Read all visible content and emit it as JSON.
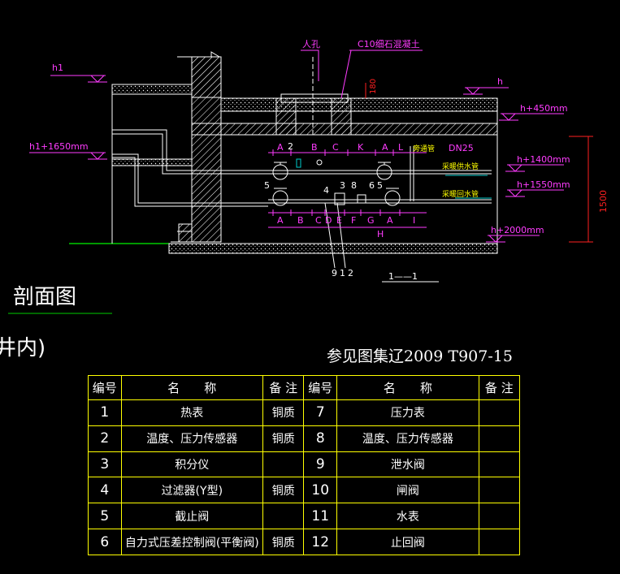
{
  "section_title": "、剖面图",
  "section_subtitle": "井内)",
  "reference_note": "参见图集辽2009 T907-15",
  "drawing": {
    "elevations": {
      "h1": "h1",
      "h1_1650": "h1+1650mm",
      "h": "h",
      "h_450": "h+450mm",
      "h_1400": "h+1400mm",
      "h_1550": "h+1550mm",
      "h_2000": "h+2000mm"
    },
    "manhole_label": "人孔",
    "concrete_label": "C10细石混凝土",
    "dim_180": "180",
    "dim_1500": "1500",
    "pipe_dn": "DN25",
    "bypass_label": "旁通管",
    "supply_pipe_label": "采暖供水管",
    "return_pipe_label": "采暖回水管",
    "section_mark": "1——1",
    "top_dim_letters": [
      "A",
      "B",
      "C",
      "K",
      "A",
      "L"
    ],
    "bottom_dim_letters": [
      "A",
      "B",
      "C",
      "D",
      "E",
      "F",
      "G",
      "A",
      "I"
    ],
    "bottom_dim_total": "H",
    "item_numbers": [
      "2",
      "4",
      "3",
      "8",
      "6",
      "5",
      "5",
      "9",
      "1",
      "2"
    ]
  },
  "legend": {
    "headers": {
      "num": "编号",
      "name": "名　　称",
      "note": "备 注"
    },
    "rows": [
      {
        "n1": "1",
        "name1": "热表",
        "note1": "铜质",
        "n2": "7",
        "name2": "压力表",
        "note2": ""
      },
      {
        "n1": "2",
        "name1": "温度、压力传感器",
        "note1": "铜质",
        "n2": "8",
        "name2": "温度、压力传感器",
        "note2": ""
      },
      {
        "n1": "3",
        "name1": "积分仪",
        "note1": "",
        "n2": "9",
        "name2": "泄水阀",
        "note2": ""
      },
      {
        "n1": "4",
        "name1": "过滤器(Y型)",
        "note1": "铜质",
        "n2": "10",
        "name2": "闸阀",
        "note2": ""
      },
      {
        "n1": "5",
        "name1": "截止阀",
        "note1": "",
        "n2": "11",
        "name2": "水表",
        "note2": ""
      },
      {
        "n1": "6",
        "name1": "自力式压差控制阀(平衡阀)",
        "note1": "铜质",
        "n2": "12",
        "name2": "止回阀",
        "note2": ""
      }
    ]
  },
  "colors": {
    "background": "#000000",
    "line": "#ffffff",
    "annotation": "#ff3cff",
    "dimension": "#ff2020",
    "pipe_label": "#ffff00",
    "ground": "#00cc00",
    "table_border": "#ffff00"
  }
}
